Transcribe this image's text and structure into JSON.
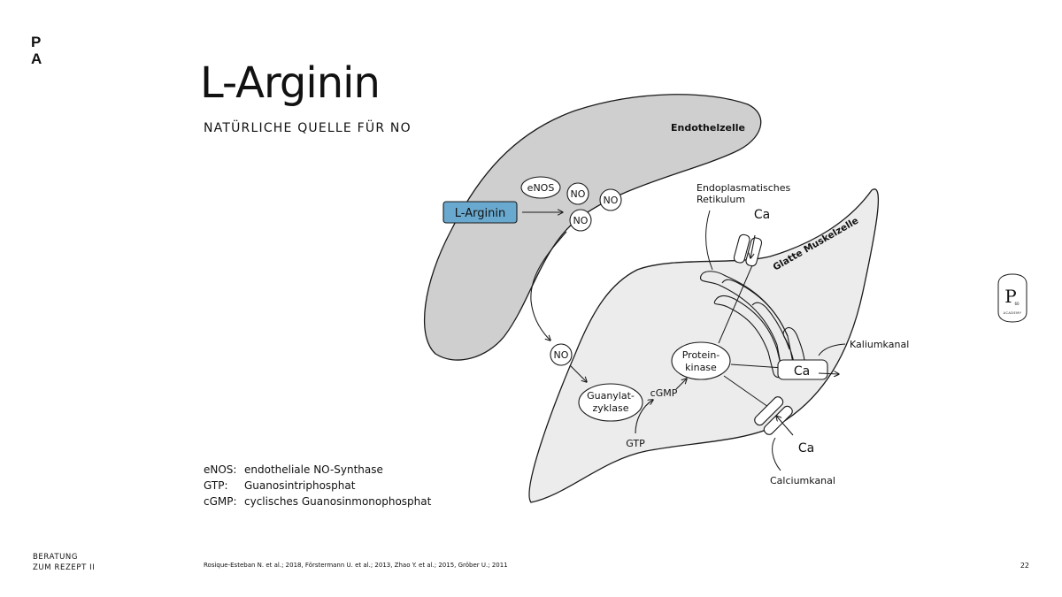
{
  "logo": {
    "line1": "P",
    "line2": "A"
  },
  "title": "L-Arginin",
  "subtitle": "NATÜRLICHE QUELLE FÜR NO",
  "legend": [
    {
      "abbr": "eNOS:",
      "text": "endotheliale NO-Synthase"
    },
    {
      "abbr": "GTP:",
      "text": "Guanosintriphosphat"
    },
    {
      "abbr": "cGMP:",
      "text": "cyclisches Guanosinmonophosphat"
    }
  ],
  "footer": {
    "line1": "BERATUNG",
    "line2": "ZUM REZEPT II"
  },
  "citation": "Rosique-Esteban N. et al.; 2018, Förstermann U. et al.; 2013, Zhao Y. et al.; 2015, Gröber U.; 2011",
  "page_number": "22",
  "badge": {
    "letter": "P",
    "small": "60",
    "caption": "ACADEMY"
  },
  "diagram": {
    "endothelial_cell": "Endothelzelle",
    "smooth_muscle_cell": "Glatte Muskelzelle",
    "l_arginine": "L-Arginin",
    "enos": "eNOS",
    "no": "NO",
    "er_line1": "Endoplasmatisches",
    "er_line2": "Retikulum",
    "ca": "Ca",
    "protein_kinase_line1": "Protein-",
    "protein_kinase_line2": "kinase",
    "guanylate_line1": "Guanylat-",
    "guanylate_line2": "zyklase",
    "cgmp": "cGMP",
    "gtp": "GTP",
    "potassium_channel": "Kaliumkanal",
    "calcium_channel": "Calciumkanal"
  },
  "colors": {
    "endothelial_fill": "#cfcfcf",
    "muscle_fill": "#ececec",
    "l_arginine_fill": "#6aa9cf",
    "stroke": "#1a1a1a"
  }
}
